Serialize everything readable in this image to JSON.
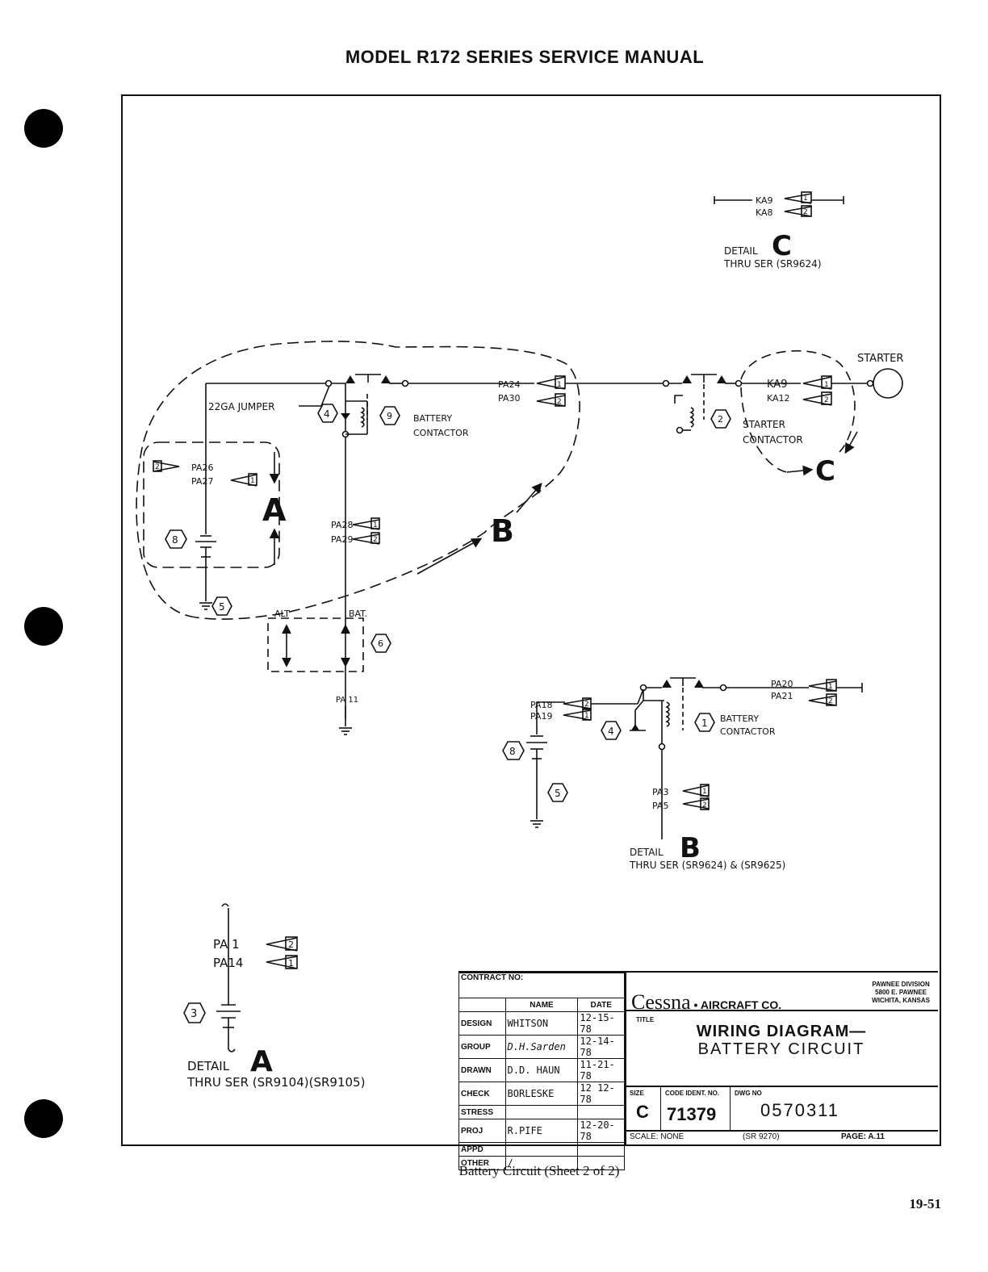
{
  "header": {
    "title": "MODEL R172 SERIES SERVICE MANUAL"
  },
  "caption": "Battery Circuit (Sheet 2 of 2)",
  "page_number": "19-51",
  "diagram": {
    "detail_c": {
      "conn_ka9": "KA9",
      "conn_ka8": "KA8",
      "pin1": "1",
      "pin2": "2",
      "label": "DETAIL",
      "letter": "C",
      "thru": "THRU SER (SR9624)"
    },
    "battery_contactor_9": {
      "num": "9",
      "label1": "BATTERY",
      "label2": "CONTACTOR",
      "jumper": "22GA JUMPER",
      "diode_num": "4",
      "pa24": "PA24",
      "pa30": "PA30",
      "pa24_pin": "1",
      "pa30_pin": "2",
      "pa28": "PA28",
      "pa29": "PA29",
      "pa28_pin": "1",
      "pa29_pin": "2"
    },
    "detail_a_inner": {
      "pa26": "PA26",
      "pa27": "PA27",
      "pa26_pin": "2",
      "pa27_pin": "1",
      "battery_num": "8",
      "ground_num": "5",
      "letter": "A"
    },
    "letter_b": "B",
    "starter": {
      "label": "STARTER",
      "ka9": "KA9",
      "ka12": "KA12",
      "ka9_pin": "1",
      "ka12_pin": "2",
      "contactor1": "STARTER",
      "contactor2": "CONTACTOR",
      "num": "2",
      "letter": "C"
    },
    "master_switch": {
      "alt": "ALT",
      "bat": "BAT.",
      "num": "6",
      "pa11": "PA 11"
    },
    "detail_b": {
      "pa18": "PA18",
      "pa19": "PA19",
      "pa18_pin": "2",
      "pa19_pin": "1",
      "pa20": "PA20",
      "pa21": "PA21",
      "pa20_pin": "1",
      "pa21_pin": "2",
      "battery_num": "8",
      "ground_num": "5",
      "diode_num": "4",
      "contactor_num": "1",
      "contactor1": "BATTERY",
      "contactor2": "CONTACTOR",
      "pa3": "PA3",
      "pa5": "PA5",
      "pa3_pin": "1",
      "pa5_pin": "2",
      "label": "DETAIL",
      "letter": "B",
      "thru": "THRU SER (SR9624) & (SR9625)"
    },
    "detail_a": {
      "pa1": "PA 1",
      "pa14": "PA14",
      "pa1_pin": "2",
      "pa14_pin": "1",
      "battery_num": "3",
      "label": "DETAIL",
      "letter": "A",
      "thru": "THRU SER (SR9104)(SR9105)"
    }
  },
  "title_block": {
    "contract": "CONTRACT NO:",
    "name_col": "NAME",
    "date_col": "DATE",
    "rows": [
      {
        "role": "DESIGN",
        "name": "WHITSON",
        "date": "12-15-78"
      },
      {
        "role": "GROUP",
        "name": "D.H.Sarden",
        "date": "12-14-78"
      },
      {
        "role": "DRAWN",
        "name": "D.D. HAUN",
        "date": "11-21-78"
      },
      {
        "role": "CHECK",
        "name": "BORLESKE",
        "date": "12 12-78"
      },
      {
        "role": "STRESS",
        "name": "",
        "date": ""
      },
      {
        "role": "PROJ",
        "name": "R.PIFE",
        "date": "12-20-78"
      },
      {
        "role": "APPD",
        "name": "",
        "date": ""
      },
      {
        "role": "OTHER",
        "name": "/",
        "date": ""
      }
    ],
    "company": "Cessna",
    "company_suffix": "AIRCRAFT CO.",
    "division": "PAWNEE DIVISION",
    "address1": "5800 E. PAWNEE",
    "address2": "WICHITA, KANSAS",
    "title_label": "TITLE",
    "title_line1": "WIRING DIAGRAM—",
    "title_line2": "BATTERY CIRCUIT",
    "size_label": "SIZE",
    "size": "C",
    "code_label": "CODE IDENT. NO.",
    "code": "71379",
    "dwg_label": "DWG NO",
    "dwg": "0570311",
    "scale": "SCALE: NONE",
    "sr": "(SR 9270)",
    "page": "PAGE: A.11"
  }
}
